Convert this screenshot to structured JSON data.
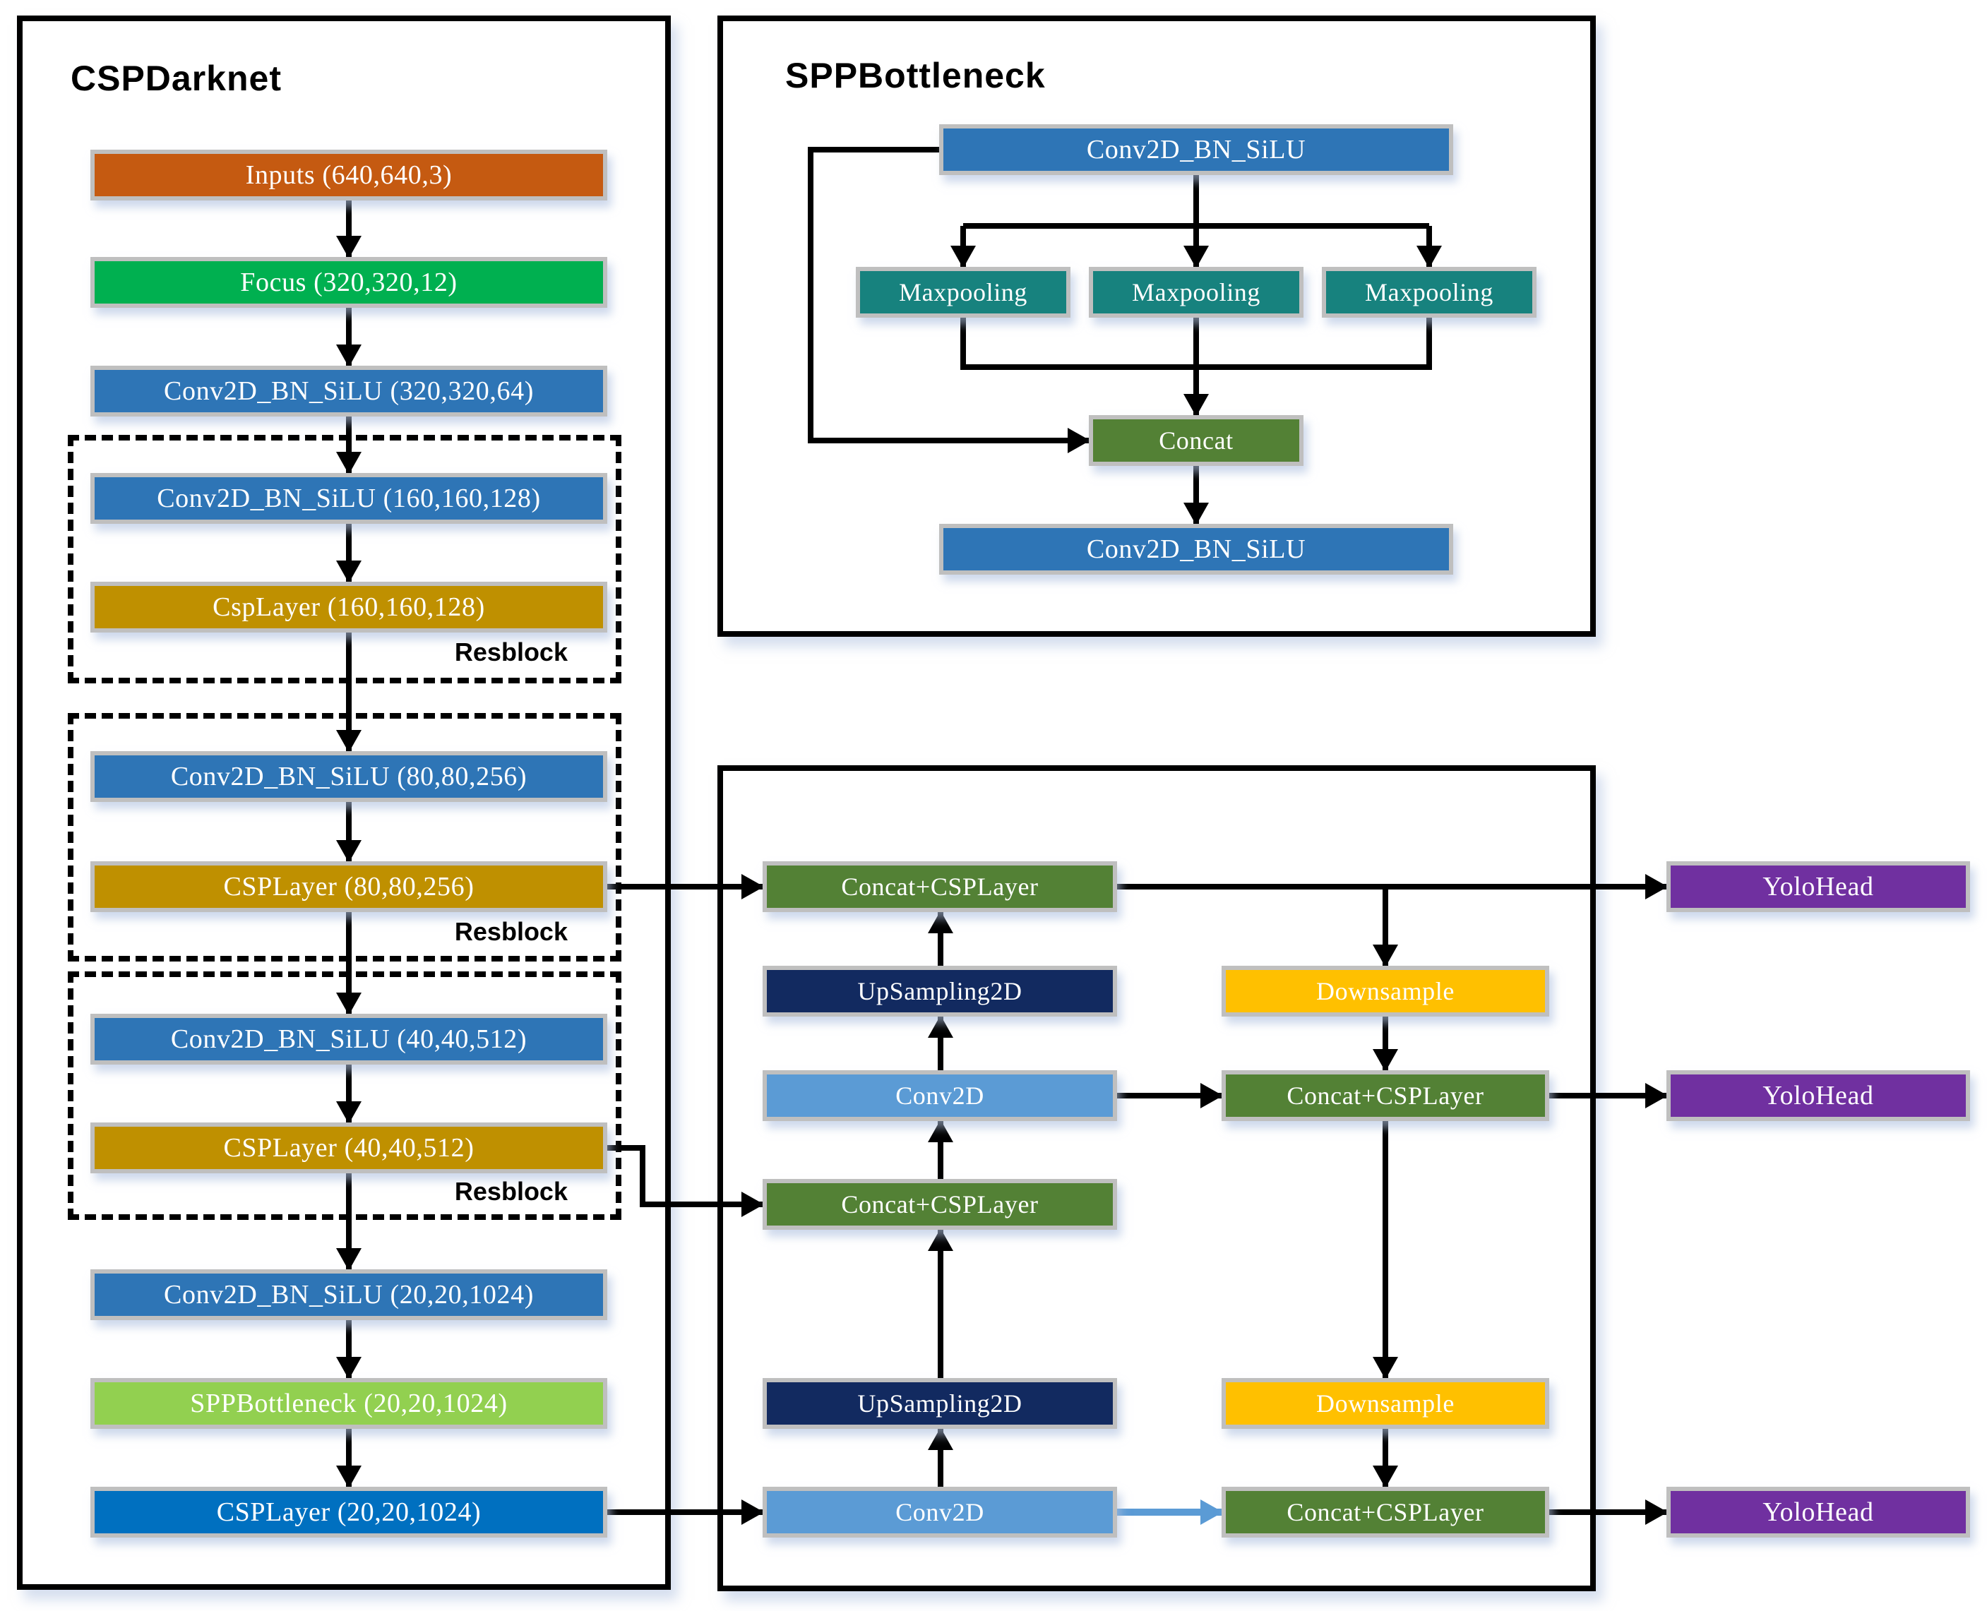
{
  "backbone": {
    "title": "CSPDarknet",
    "resblock_label": "Resblock",
    "nodes": [
      {
        "id": "inputs",
        "label": "Inputs (640,640,3)",
        "color": "#C55A11"
      },
      {
        "id": "focus",
        "label": "Focus (320,320,12)",
        "color": "#00B050"
      },
      {
        "id": "conv320",
        "label": "Conv2D_BN_SiLU (320,320,64)",
        "color": "#2E75B6"
      },
      {
        "id": "conv160",
        "label": "Conv2D_BN_SiLU (160,160,128)",
        "color": "#2E75B6"
      },
      {
        "id": "csp160",
        "label": "CspLayer (160,160,128)",
        "color": "#BF9000"
      },
      {
        "id": "conv80",
        "label": "Conv2D_BN_SiLU (80,80,256)",
        "color": "#2E75B6"
      },
      {
        "id": "csp80",
        "label": "CSPLayer (80,80,256)",
        "color": "#BF9000"
      },
      {
        "id": "conv40",
        "label": "Conv2D_BN_SiLU (40,40,512)",
        "color": "#2E75B6"
      },
      {
        "id": "csp40",
        "label": "CSPLayer (40,40,512)",
        "color": "#BF9000"
      },
      {
        "id": "conv20",
        "label": "Conv2D_BN_SiLU (20,20,1024)",
        "color": "#2E75B6"
      },
      {
        "id": "spp20",
        "label": "SPPBottleneck (20,20,1024)",
        "color": "#92D050"
      },
      {
        "id": "csp20",
        "label": "CSPLayer (20,20,1024)",
        "color": "#0070C0"
      }
    ]
  },
  "spp_panel": {
    "title": "SPPBottleneck",
    "conv_top": "Conv2D_BN_SiLU",
    "maxpooling": "Maxpooling",
    "concat": "Concat",
    "conv_bottom": "Conv2D_BN_SiLU"
  },
  "neck": {
    "concat_csplayer": "Concat+CSPLayer",
    "upsampling": "UpSampling2D",
    "conv2d": "Conv2D",
    "downsample": "Downsample"
  },
  "heads": {
    "label": "YoloHead"
  },
  "colors": {
    "input_box": "#C55A11",
    "focus_box": "#00B050",
    "conv_bn_silu_box": "#2E75B6",
    "csplayer_gold_box": "#BF9000",
    "spp_bottleneck_box": "#92D050",
    "csplayer_final_box": "#0070C0",
    "maxpooling_box": "#17827E",
    "concat_box": "#538135",
    "concat_csplayer_box": "#538135",
    "upsampling_box": "#122A60",
    "conv2d_box": "#5B9BD5",
    "downsample_box": "#FFC000",
    "yolohead_box": "#7030A0",
    "arrow_black": "#000000",
    "arrow_blue": "#5B9BD5",
    "box_border_gray": "#BFBFBF"
  }
}
